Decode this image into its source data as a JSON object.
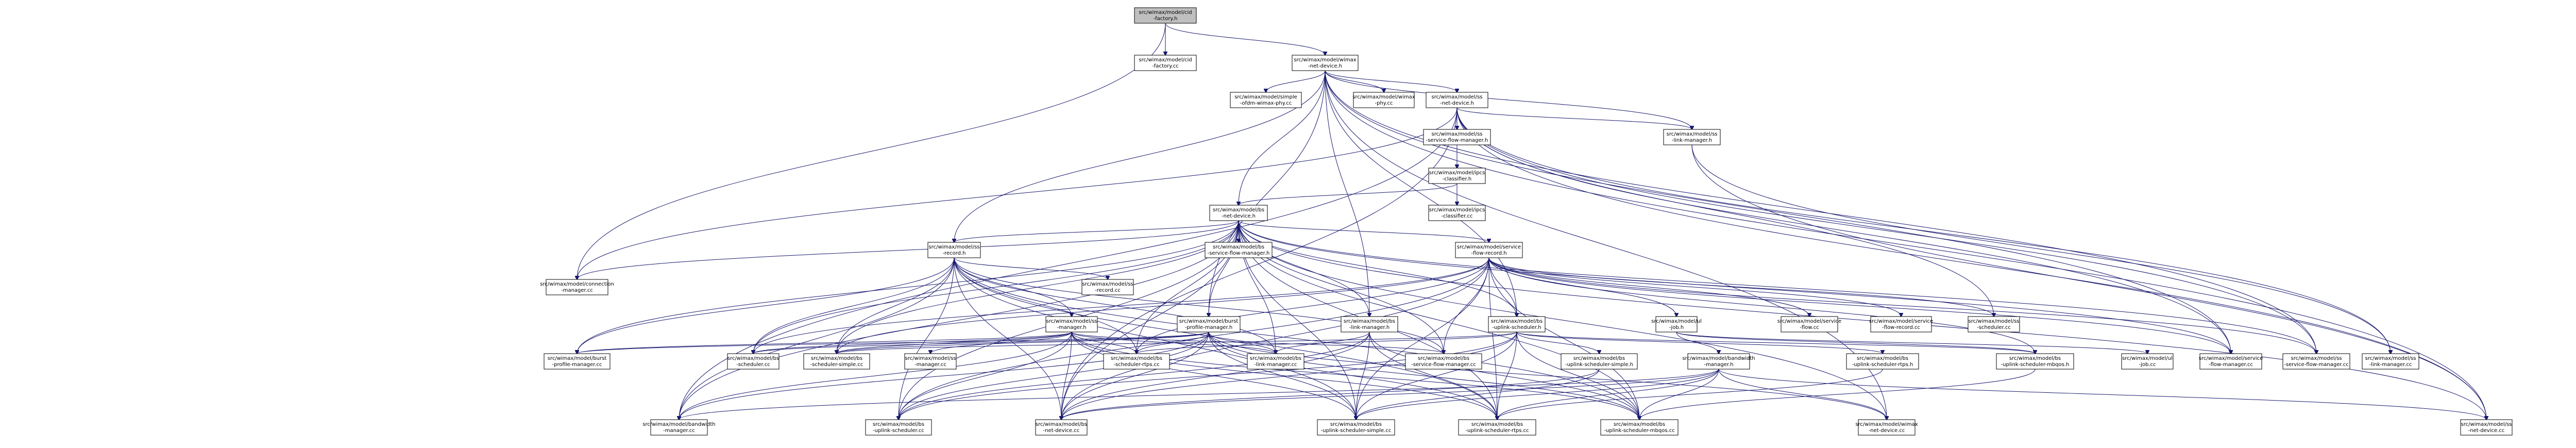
{
  "nodes": [
    {
      "id": "n0",
      "lines": [
        "src/wimax/model/cid",
        "-factory.h"
      ],
      "root": true
    },
    {
      "id": "n1",
      "lines": [
        "src/wimax/model/cid",
        "-factory.cc"
      ]
    },
    {
      "id": "n2",
      "lines": [
        "src/wimax/model/wimax",
        "-net-device.h"
      ]
    },
    {
      "id": "n3",
      "lines": [
        "src/wimax/model/simple",
        "-ofdm-wimax-phy.cc"
      ]
    },
    {
      "id": "n4",
      "lines": [
        "src/wimax/model/wimax",
        "-phy.cc"
      ]
    },
    {
      "id": "n5",
      "lines": [
        "src/wimax/model/ss",
        "-net-device.h"
      ]
    },
    {
      "id": "n6",
      "lines": [
        "src/wimax/model/ss",
        "-service-flow-manager.h"
      ]
    },
    {
      "id": "n7",
      "lines": [
        "src/wimax/model/ss",
        "-link-manager.h"
      ]
    },
    {
      "id": "n8",
      "lines": [
        "src/wimax/model/ipcs",
        "-classifier.h"
      ]
    },
    {
      "id": "n9",
      "lines": [
        "src/wimax/model/ipcs",
        "-classifier.cc"
      ]
    },
    {
      "id": "n10",
      "lines": [
        "src/wimax/model/bs",
        "-net-device.h"
      ]
    },
    {
      "id": "n11",
      "lines": [
        "src/wimax/model/bs",
        "-service-flow-manager.h"
      ]
    },
    {
      "id": "n12",
      "lines": [
        "src/wimax/model/service",
        "-flow-record.h"
      ]
    },
    {
      "id": "n13",
      "lines": [
        "src/wimax/model/ss",
        "-record.h"
      ]
    },
    {
      "id": "n14",
      "lines": [
        "src/wimax/model/connection",
        "-manager.cc"
      ]
    },
    {
      "id": "n15",
      "lines": [
        "src/wimax/model/ss",
        "-record.cc"
      ]
    },
    {
      "id": "n16",
      "lines": [
        "src/wimax/model/ss",
        "-manager.h"
      ]
    },
    {
      "id": "n17",
      "lines": [
        "src/wimax/model/burst",
        "-profile-manager.h"
      ]
    },
    {
      "id": "n18",
      "lines": [
        "src/wimax/model/bs",
        "-link-manager.h"
      ]
    },
    {
      "id": "n19",
      "lines": [
        "src/wimax/model/bs",
        "-uplink-scheduler.h"
      ]
    },
    {
      "id": "n20",
      "lines": [
        "src/wimax/model/ul",
        "-job.h"
      ]
    },
    {
      "id": "n21",
      "lines": [
        "src/wimax/model/service",
        "-flow.cc"
      ]
    },
    {
      "id": "n22",
      "lines": [
        "src/wimax/model/service",
        "-flow-record.cc"
      ]
    },
    {
      "id": "n23",
      "lines": [
        "src/wimax/model/ss",
        "-scheduler.cc"
      ]
    },
    {
      "id": "n24",
      "lines": [
        "src/wimax/model/burst",
        "-profile-manager.cc"
      ]
    },
    {
      "id": "n25",
      "lines": [
        "src/wimax/model/bs",
        "-scheduler.cc"
      ]
    },
    {
      "id": "n26",
      "lines": [
        "src/wimax/model/bs",
        "-scheduler-simple.cc"
      ]
    },
    {
      "id": "n27",
      "lines": [
        "src/wimax/model/ss",
        "-manager.cc"
      ]
    },
    {
      "id": "n28",
      "lines": [
        "src/wimax/model/bs",
        "-scheduler-rtps.cc"
      ]
    },
    {
      "id": "n29",
      "lines": [
        "src/wimax/model/bs",
        "-link-manager.cc"
      ]
    },
    {
      "id": "n30",
      "lines": [
        "src/wimax/model/bs",
        "-service-flow-manager.cc"
      ]
    },
    {
      "id": "n31",
      "lines": [
        "src/wimax/model/bs",
        "-uplink-scheduler-simple.h"
      ]
    },
    {
      "id": "n32",
      "lines": [
        "src/wimax/model/bandwidth",
        "-manager.h"
      ]
    },
    {
      "id": "n33",
      "lines": [
        "src/wimax/model/bs",
        "-uplink-scheduler-rtps.h"
      ]
    },
    {
      "id": "n34",
      "lines": [
        "src/wimax/model/bs",
        "-uplink-scheduler-mbqos.h"
      ]
    },
    {
      "id": "n35",
      "lines": [
        "src/wimax/model/ul",
        "-job.cc"
      ]
    },
    {
      "id": "n36",
      "lines": [
        "src/wimax/model/service",
        "-flow-manager.cc"
      ]
    },
    {
      "id": "n37",
      "lines": [
        "src/wimax/model/ss",
        "-service-flow-manager.cc"
      ]
    },
    {
      "id": "n38",
      "lines": [
        "src/wimax/model/ss",
        "-link-manager.cc"
      ]
    },
    {
      "id": "n39",
      "lines": [
        "src/wimax/model/bandwidth",
        "-manager.cc"
      ]
    },
    {
      "id": "n40",
      "lines": [
        "src/wimax/model/bs",
        "-uplink-scheduler.cc"
      ]
    },
    {
      "id": "n41",
      "lines": [
        "src/wimax/model/bs",
        "-net-device.cc"
      ]
    },
    {
      "id": "n42",
      "lines": [
        "src/wimax/model/bs",
        "-uplink-scheduler-simple.cc"
      ]
    },
    {
      "id": "n43",
      "lines": [
        "src/wimax/model/bs",
        "-uplink-scheduler-rtps.cc"
      ]
    },
    {
      "id": "n44",
      "lines": [
        "src/wimax/model/bs",
        "-uplink-scheduler-mbqos.cc"
      ]
    },
    {
      "id": "n45",
      "lines": [
        "src/wimax/model/wimax",
        "-net-device.cc"
      ]
    },
    {
      "id": "n46",
      "lines": [
        "src/wimax/model/ss",
        "-net-device.cc"
      ]
    }
  ],
  "edges": [
    [
      "n0",
      "n1"
    ],
    [
      "n0",
      "n2"
    ],
    [
      "n0",
      "n14"
    ],
    [
      "n2",
      "n3"
    ],
    [
      "n2",
      "n4"
    ],
    [
      "n2",
      "n5"
    ],
    [
      "n2",
      "n7"
    ],
    [
      "n2",
      "n10"
    ],
    [
      "n2",
      "n13"
    ],
    [
      "n2",
      "n17"
    ],
    [
      "n2",
      "n18"
    ],
    [
      "n2",
      "n19"
    ],
    [
      "n2",
      "n36"
    ],
    [
      "n2",
      "n37"
    ],
    [
      "n2",
      "n45"
    ],
    [
      "n2",
      "n46"
    ],
    [
      "n5",
      "n6"
    ],
    [
      "n5",
      "n7"
    ],
    [
      "n5",
      "n8"
    ],
    [
      "n5",
      "n14"
    ],
    [
      "n5",
      "n23"
    ],
    [
      "n5",
      "n36"
    ],
    [
      "n5",
      "n37"
    ],
    [
      "n5",
      "n38"
    ],
    [
      "n5",
      "n39"
    ],
    [
      "n5",
      "n46"
    ],
    [
      "n5",
      "n41"
    ],
    [
      "n6",
      "n8"
    ],
    [
      "n7",
      "n38"
    ],
    [
      "n7",
      "n46"
    ],
    [
      "n8",
      "n9"
    ],
    [
      "n8",
      "n10"
    ],
    [
      "n10",
      "n11"
    ],
    [
      "n10",
      "n12"
    ],
    [
      "n10",
      "n13"
    ],
    [
      "n10",
      "n14"
    ],
    [
      "n10",
      "n17"
    ],
    [
      "n10",
      "n18"
    ],
    [
      "n10",
      "n19"
    ],
    [
      "n10",
      "n24"
    ],
    [
      "n10",
      "n25"
    ],
    [
      "n10",
      "n26"
    ],
    [
      "n10",
      "n28"
    ],
    [
      "n10",
      "n29"
    ],
    [
      "n10",
      "n30"
    ],
    [
      "n10",
      "n36"
    ],
    [
      "n10",
      "n37"
    ],
    [
      "n10",
      "n39"
    ],
    [
      "n10",
      "n40"
    ],
    [
      "n10",
      "n41"
    ],
    [
      "n10",
      "n42"
    ],
    [
      "n10",
      "n43"
    ],
    [
      "n10",
      "n44"
    ],
    [
      "n10",
      "n45"
    ],
    [
      "n10",
      "n46"
    ],
    [
      "n12",
      "n19"
    ],
    [
      "n12",
      "n20"
    ],
    [
      "n12",
      "n21"
    ],
    [
      "n12",
      "n22"
    ],
    [
      "n12",
      "n23"
    ],
    [
      "n12",
      "n25"
    ],
    [
      "n12",
      "n26"
    ],
    [
      "n12",
      "n28"
    ],
    [
      "n12",
      "n30"
    ],
    [
      "n12",
      "n34"
    ],
    [
      "n12",
      "n36"
    ],
    [
      "n12",
      "n37"
    ],
    [
      "n12",
      "n40"
    ],
    [
      "n12",
      "n41"
    ],
    [
      "n12",
      "n42"
    ],
    [
      "n12",
      "n43"
    ],
    [
      "n12",
      "n44"
    ],
    [
      "n13",
      "n15"
    ],
    [
      "n13",
      "n16"
    ],
    [
      "n13",
      "n24"
    ],
    [
      "n13",
      "n25"
    ],
    [
      "n13",
      "n26"
    ],
    [
      "n13",
      "n28"
    ],
    [
      "n13",
      "n29"
    ],
    [
      "n13",
      "n30"
    ],
    [
      "n13",
      "n39"
    ],
    [
      "n13",
      "n40"
    ],
    [
      "n13",
      "n41"
    ],
    [
      "n13",
      "n42"
    ],
    [
      "n13",
      "n43"
    ],
    [
      "n13",
      "n44"
    ],
    [
      "n16",
      "n24"
    ],
    [
      "n16",
      "n25"
    ],
    [
      "n16",
      "n26"
    ],
    [
      "n16",
      "n27"
    ],
    [
      "n16",
      "n28"
    ],
    [
      "n16",
      "n29"
    ],
    [
      "n16",
      "n30"
    ],
    [
      "n16",
      "n39"
    ],
    [
      "n16",
      "n40"
    ],
    [
      "n16",
      "n41"
    ],
    [
      "n16",
      "n42"
    ],
    [
      "n16",
      "n43"
    ],
    [
      "n16",
      "n44"
    ],
    [
      "n17",
      "n24"
    ],
    [
      "n17",
      "n25"
    ],
    [
      "n17",
      "n26"
    ],
    [
      "n17",
      "n28"
    ],
    [
      "n17",
      "n29"
    ],
    [
      "n17",
      "n39"
    ],
    [
      "n17",
      "n40"
    ],
    [
      "n17",
      "n41"
    ],
    [
      "n17",
      "n42"
    ],
    [
      "n17",
      "n43"
    ],
    [
      "n17",
      "n44"
    ],
    [
      "n17",
      "n45"
    ],
    [
      "n18",
      "n29"
    ],
    [
      "n18",
      "n40"
    ],
    [
      "n18",
      "n41"
    ],
    [
      "n18",
      "n42"
    ],
    [
      "n18",
      "n43"
    ],
    [
      "n18",
      "n44"
    ],
    [
      "n19",
      "n26"
    ],
    [
      "n19",
      "n28"
    ],
    [
      "n19",
      "n31"
    ],
    [
      "n19",
      "n33"
    ],
    [
      "n19",
      "n34"
    ],
    [
      "n19",
      "n40"
    ],
    [
      "n19",
      "n41"
    ],
    [
      "n19",
      "n42"
    ],
    [
      "n19",
      "n43"
    ],
    [
      "n19",
      "n44"
    ],
    [
      "n20",
      "n32"
    ],
    [
      "n20",
      "n35"
    ],
    [
      "n20",
      "n34"
    ],
    [
      "n31",
      "n41"
    ],
    [
      "n31",
      "n42"
    ],
    [
      "n32",
      "n39"
    ],
    [
      "n32",
      "n41"
    ],
    [
      "n32",
      "n42"
    ],
    [
      "n32",
      "n43"
    ],
    [
      "n32",
      "n44"
    ],
    [
      "n32",
      "n45"
    ],
    [
      "n32",
      "n46"
    ],
    [
      "n33",
      "n43"
    ],
    [
      "n34",
      "n44"
    ]
  ]
}
